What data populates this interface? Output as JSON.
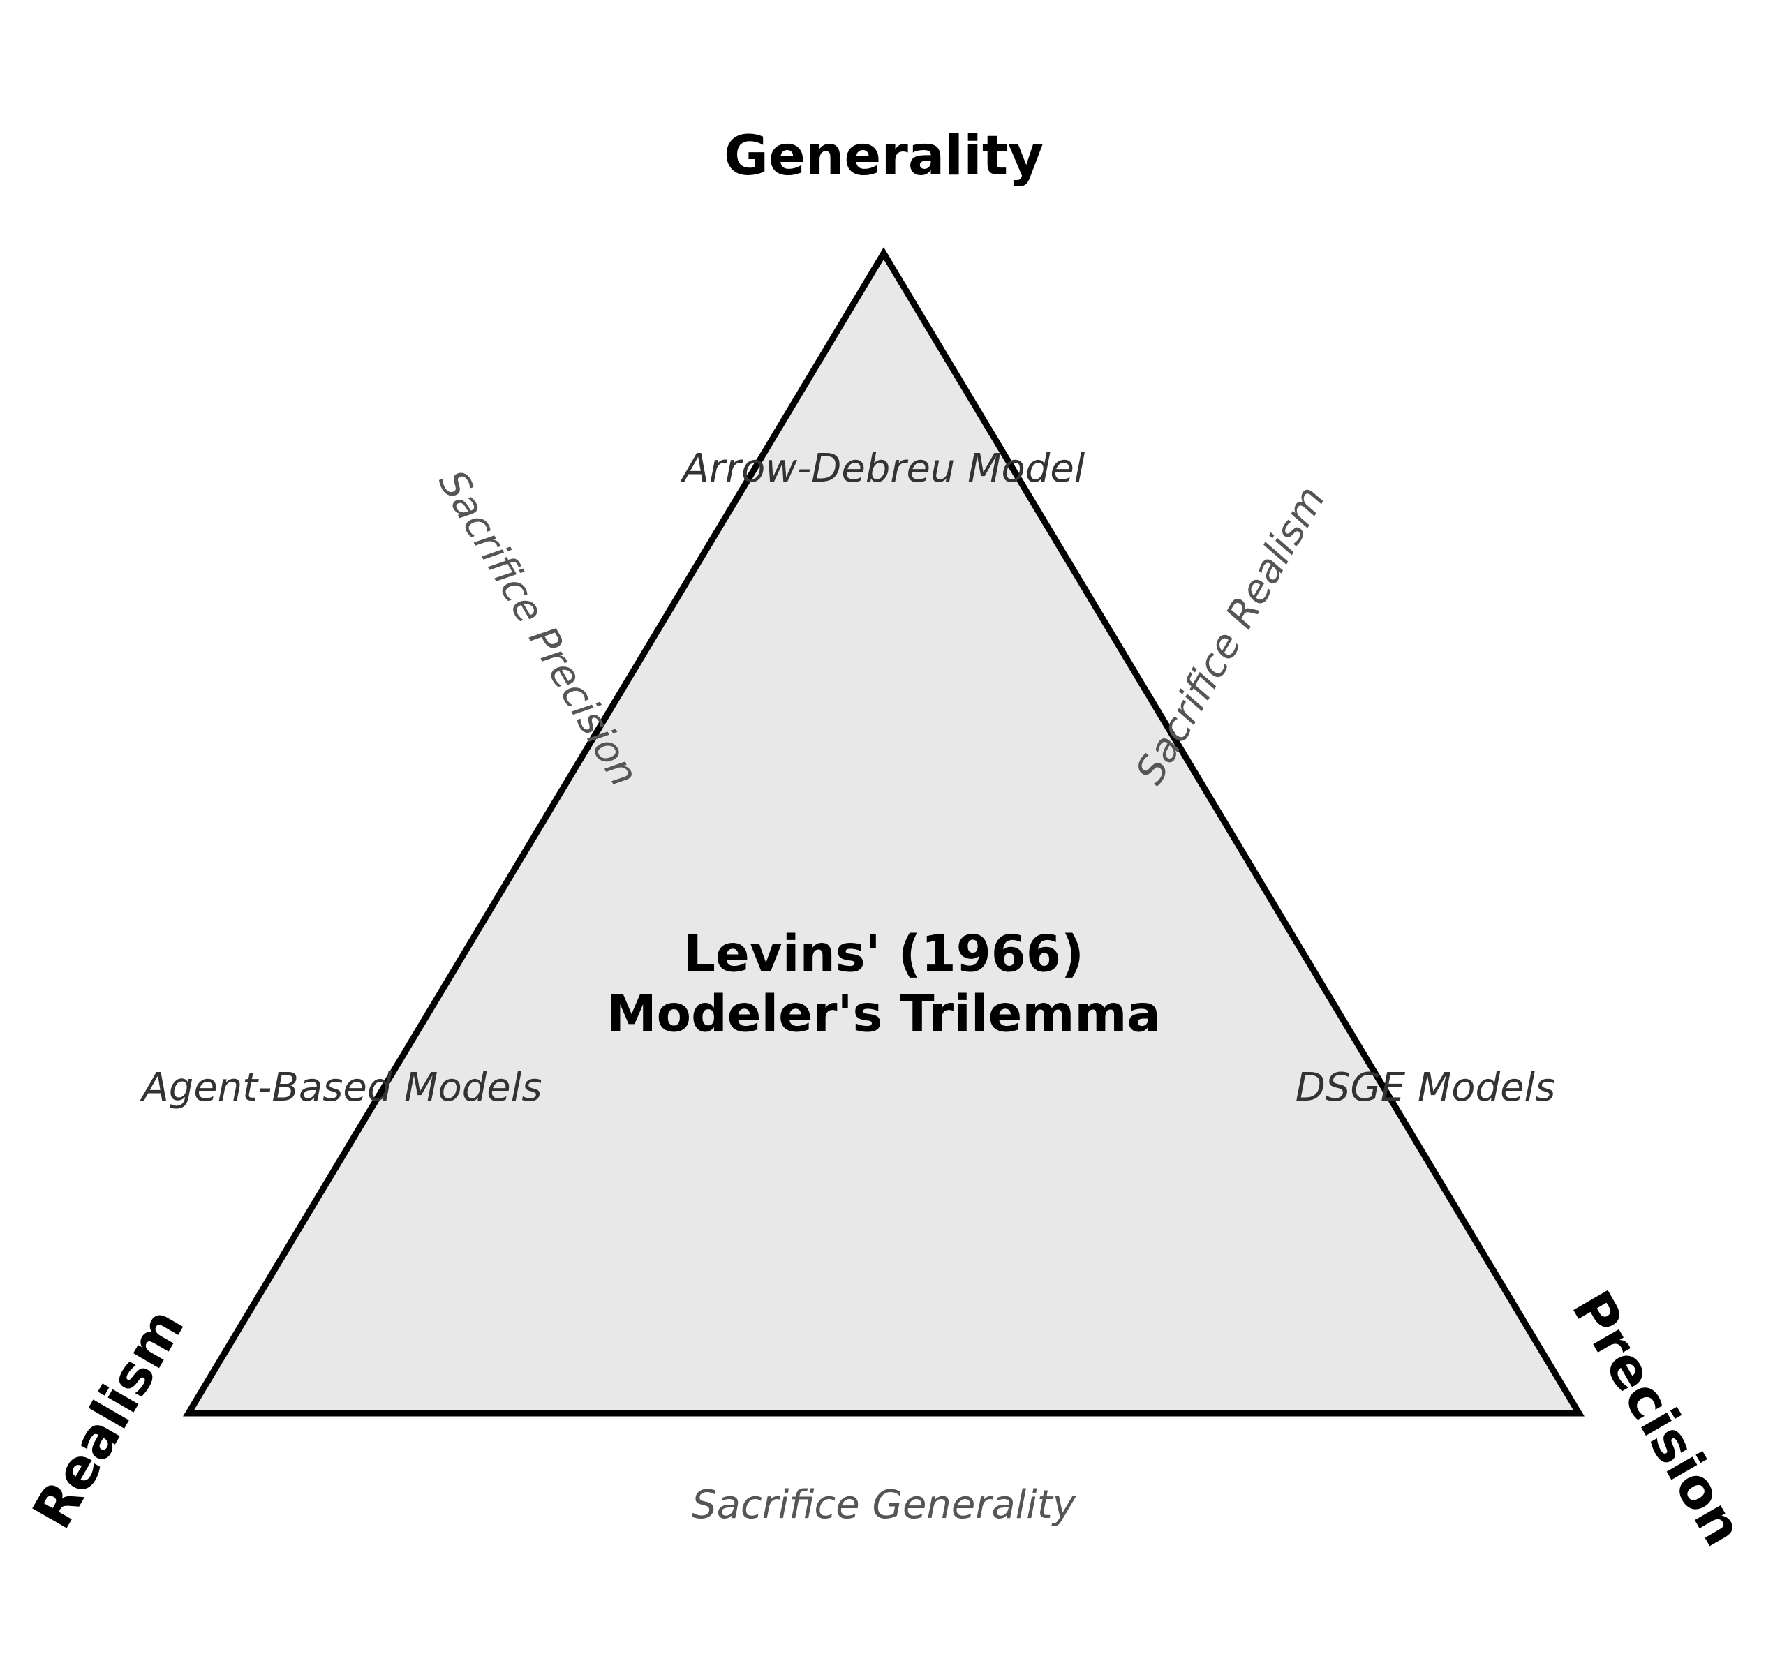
{
  "vertices": {
    "top": "Generality",
    "bottom_left": "Realism",
    "bottom_right": "Precision"
  },
  "tradeoffs": {
    "left_edge": "Sacrifice Precision",
    "right_edge": "Sacrifice Realism",
    "bottom_edge": "Sacrifice Generality"
  },
  "models": {
    "top": "Arrow-Debreu Model",
    "left": "Agent-Based Models",
    "right": "DSGE Models"
  },
  "center": {
    "line1": "Levins' (1966)",
    "line2": "Modeler's Trilemma"
  },
  "colors": {
    "triangle_fill": "#e8e8e8",
    "triangle_stroke": "#000000",
    "tradeoff_text": "#555555",
    "model_text": "#333333"
  }
}
